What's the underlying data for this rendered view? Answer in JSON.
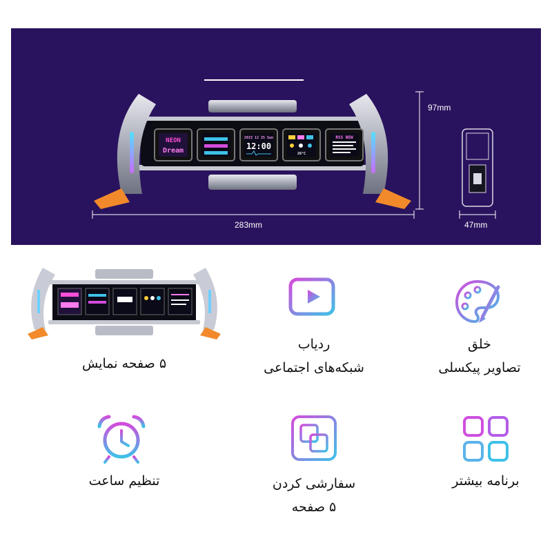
{
  "banner": {
    "height_label": "97mm",
    "width_label": "283mm",
    "depth_label": "47mm",
    "screens": {
      "clock_date": "2023 12 25 Sun",
      "clock_time": "12:00",
      "weather_temp": "26°C",
      "rss_title": "RSS NEW"
    }
  },
  "features": {
    "screens": {
      "line1": "۵ صفحه نمایش"
    },
    "social": {
      "line1": "ردیاب",
      "line2": "شبکه‌های اجتماعی"
    },
    "pixel": {
      "line1": "خلق",
      "line2": "تصاویر پیکسلی"
    },
    "alarm": {
      "line1": "تنظیم ساعت"
    },
    "custom": {
      "line1": "سفارشی کردن",
      "line2": "۵ صفحه"
    },
    "apps": {
      "line1": "برنامه بیشتر"
    }
  },
  "colors": {
    "banner_bg": "#2a135e",
    "gradient_start": "#d44bdc",
    "gradient_end": "#3ec1e8",
    "accent_orange": "#f28a2b"
  },
  "icons": [
    "play-icon",
    "palette-icon",
    "alarm-clock-icon",
    "layers-icon",
    "grid-icon"
  ]
}
